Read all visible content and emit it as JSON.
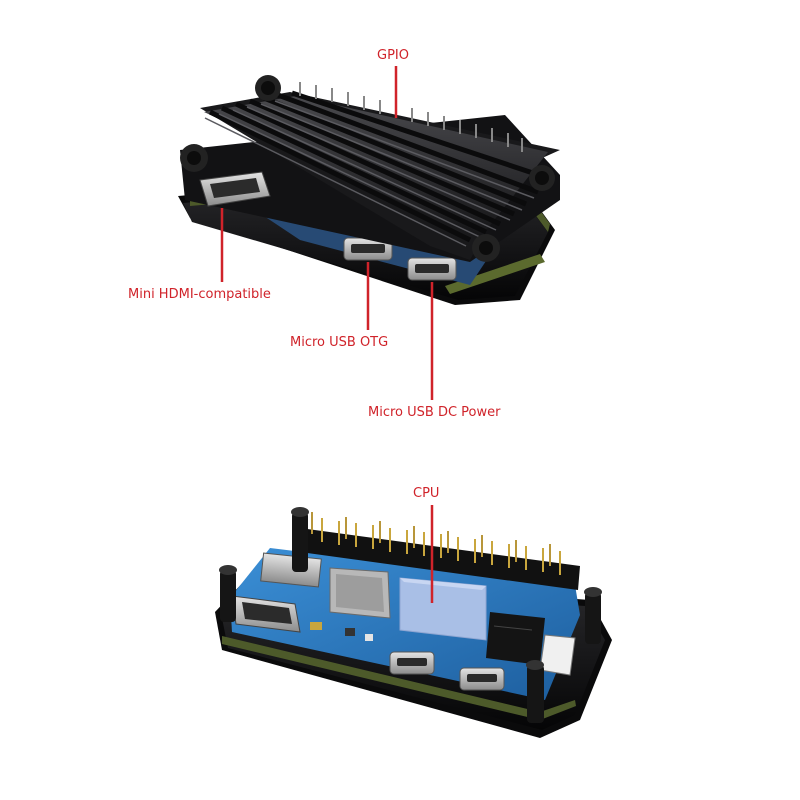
{
  "labels": {
    "gpio": "GPIO",
    "hdmi": "Mini HDMI-compatible",
    "otg": "Micro USB OTG",
    "dc_power": "Micro USB DC Power",
    "cpu": "CPU"
  },
  "colors": {
    "label_red": "#d0232a",
    "heatsink": "#1c1c1e",
    "acrylic_case": "#0e0e10",
    "pcb_blue": "#2f7fc8",
    "thermal_pad": "#a9bfe6",
    "gold_pins": "#c9a63d"
  }
}
